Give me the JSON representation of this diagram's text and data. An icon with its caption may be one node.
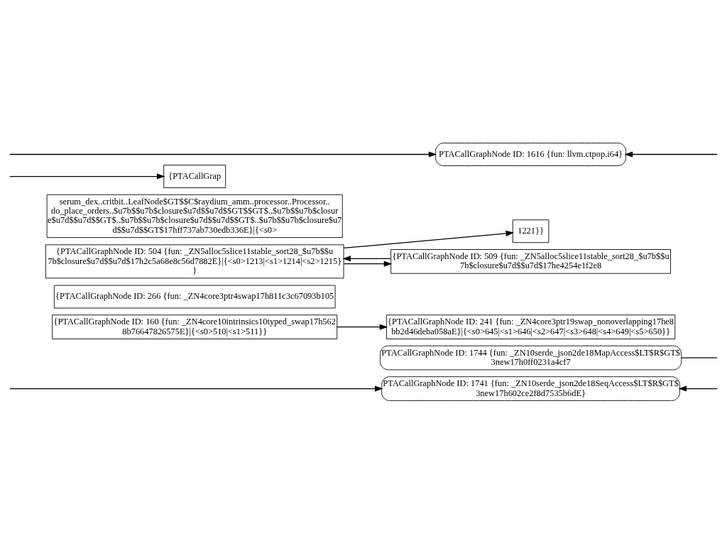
{
  "diagram": {
    "nodes": [
      {
        "text": [
          "PTACallGraphNode ID: 1741 {fun: _ZN10serde_json2de18SeqAccess$LT$R$GT$3new17h602ce2f8d7535b6dE}"
        ]
      },
      {
        "text": [
          "PTACallGraphNode ID: 1744 {fun: _ZN10serde_json2de18MapAccess$LT$R$GT$3new17h0ff0231a4cf7"
        ]
      },
      {
        "text": [
          "{PTACallGraphNode ID: 160 {fun: _ZN4core10intrinsics10typed_swap17h5628b76647826575E}|{<s0>510|<s1>511}}"
        ]
      },
      {
        "text": [
          "{PTACallGraphNode ID: 241 {fun: _ZN4core3ptr19swap_nonoverlapping17he8bb2d46deba058aE}|{<s0>645|<s1>646|<s2>647|<s3>648|<s4>649|<s5>650}}"
        ]
      },
      {
        "text": [
          "{PTACallGraphNode ID: 266 {fun: _ZN4core3ptr4swap17h811c3c67093b105"
        ]
      },
      {
        "text": [
          "1221}}"
        ]
      },
      {
        "text": [
          "{PTACallGraphNode ID: 504 {fun: _ZN5alloc5slice11stable_sort28_$u7b$$u7b$closure$u7d$$u7d$17h2c5a68e8c56d7882E}|{<s0>1213|<s1>1214|<s2>1215}}"
        ]
      },
      {
        "text": [
          "{PTACallGraphNode ID: 509 {fun: _ZN5alloc5slice11stable_sort28_$u7b$$u7b$closure$u7d$$u7d$17he4254e1f2e8"
        ]
      },
      {
        "text": [
          "serum_dex..critbit..LeafNode$GT$$C$raydium_amm..processor..Processor..do_place_orders..$u7b$$u7b$closure$u7d$$u7d$$GT$$GT$..$u7b$$u7b$closure$u7d$$u7d$$GT$..$u7b$$u7b$closure$u7d$$u7d$$GT$..$u7b$$u7b$closure$u7d$$u7d$$GT$17hff737ab730edb336E}|{<s0>"
        ]
      },
      {
        "text": [
          "{PTACallGrap"
        ]
      },
      {
        "text": [
          "PTACallGraphNode ID: 1616 {fun: llvm.ctpop.i64}"
        ]
      }
    ],
    "edges": [
      {
        "from": null,
        "to": 0,
        "arrow": "to"
      },
      {
        "from": null,
        "to": 0,
        "arrow": "to"
      },
      {
        "from": 1,
        "to": null,
        "arrow": "none"
      },
      {
        "from": 2,
        "to": 3,
        "arrow": "to"
      },
      {
        "from": 6,
        "to": 5,
        "arrow": "to"
      },
      {
        "from": 6,
        "to": 7,
        "arrow": "to"
      },
      {
        "from": 7,
        "to": 6,
        "arrow": "to"
      },
      {
        "from": null,
        "to": 9,
        "arrow": "to"
      },
      {
        "from": null,
        "to": 10,
        "arrow": "to"
      },
      {
        "from": null,
        "to": 10,
        "arrow": "to"
      }
    ]
  }
}
